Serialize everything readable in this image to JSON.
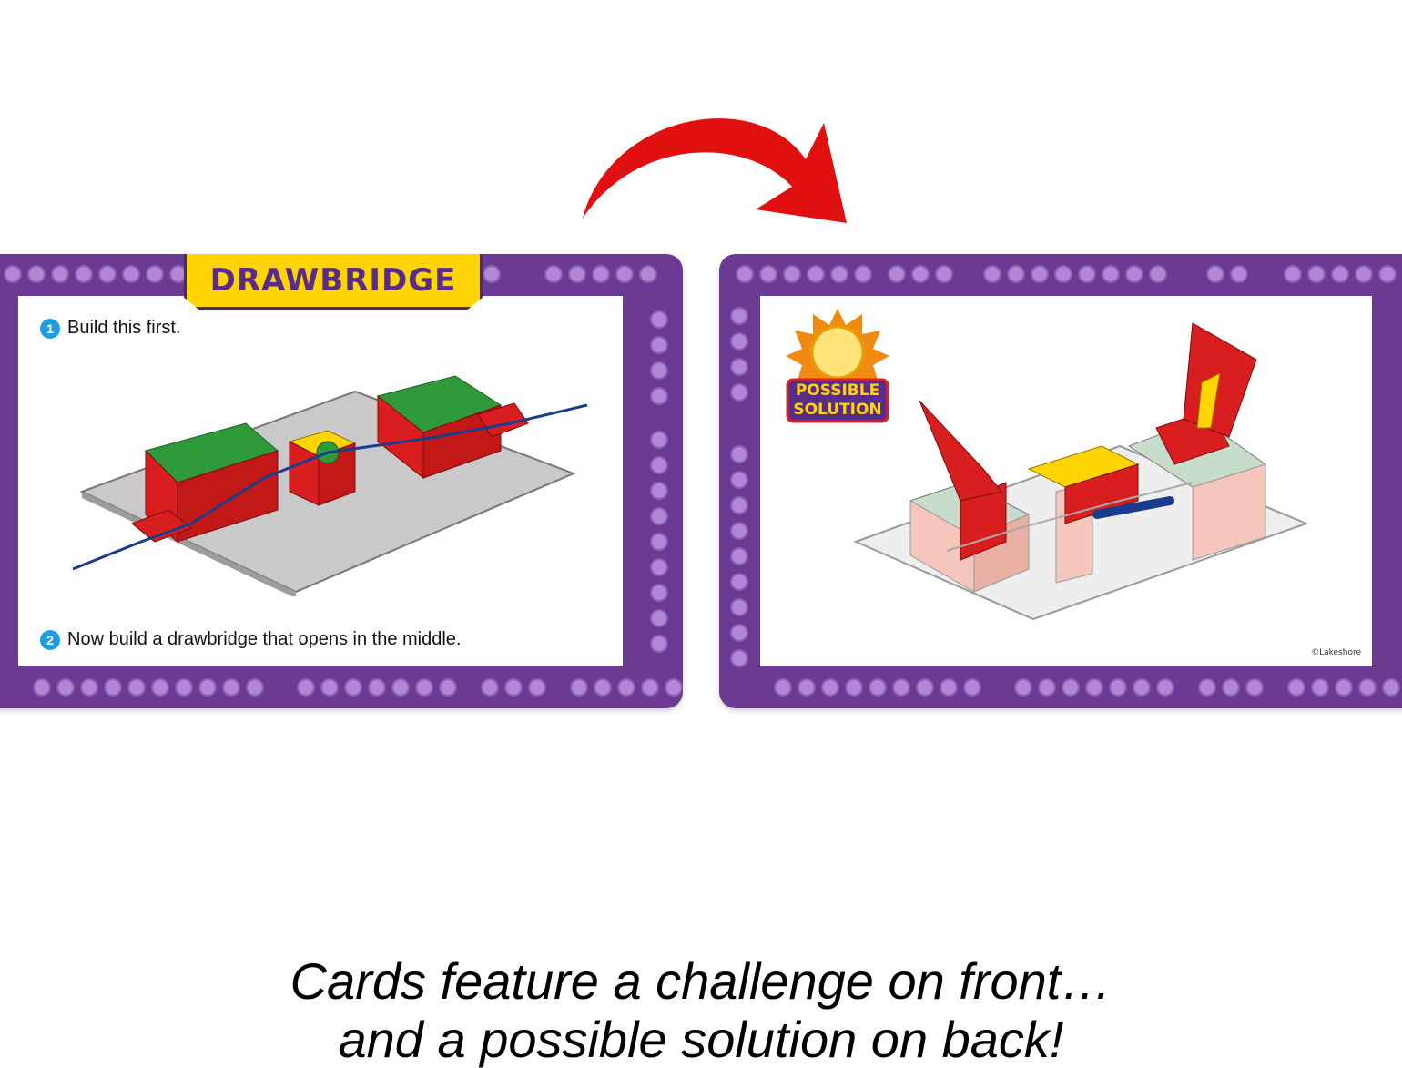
{
  "front_card": {
    "title": "DRAWBRIDGE",
    "step1": {
      "number": "1",
      "text": "Build this first."
    },
    "step2": {
      "number": "2",
      "text": "Now build a drawbridge that opens in the middle."
    }
  },
  "back_card": {
    "badge_line1": "POSSIBLE",
    "badge_line2": "SOLUTION",
    "copyright": "©Lakeshore"
  },
  "caption": {
    "line1": "Cards feature a challenge on front…",
    "line2": "and a possible solution on back!"
  },
  "colors": {
    "card_purple": "#6b3a92",
    "stud_light": "#b287d6",
    "title_yellow": "#ffd400",
    "arrow_red": "#e01010",
    "brick_red": "#d81e1e",
    "brick_green": "#2e9a3a",
    "step_blue": "#1e9ee0"
  }
}
